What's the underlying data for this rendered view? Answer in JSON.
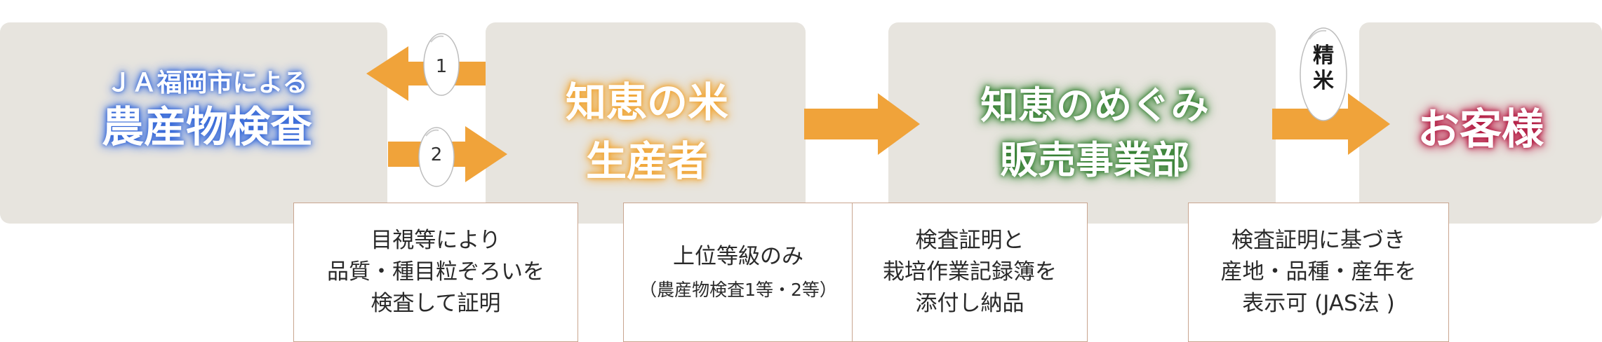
{
  "stages": {
    "ja": {
      "line1": "ＪＡ福岡市による",
      "line2": "農産物検査",
      "glow": "#2f63d6"
    },
    "producer": {
      "line1": "知恵の米",
      "line2": "生産者",
      "glow": "#f0a22f"
    },
    "sales": {
      "line1": "知恵のめぐみ",
      "line2": "販売事業部",
      "glow": "#2d7a2b"
    },
    "customer": {
      "line1": "お客様",
      "glow": "#b0183f"
    }
  },
  "arrows": {
    "color": "#f0a33a",
    "step1": "1",
    "step2": "2",
    "polish_line1": "精",
    "polish_line2": "米"
  },
  "notes": {
    "inspection": {
      "line1": "目視等により",
      "line2": "品質・種目粒ぞろいを",
      "line3": "検査して証明"
    },
    "grade": {
      "line1": "上位等級のみ",
      "line2": "（農産物検査1等・2等）"
    },
    "delivery": {
      "line1": "検査証明と",
      "line2": "栽培作業記録簿を",
      "line3": "添付し納品"
    },
    "labeling": {
      "line1": "検査証明に基づき",
      "line2": "産地・品種・産年を",
      "line3": "表示可 (JAS法 )"
    }
  }
}
